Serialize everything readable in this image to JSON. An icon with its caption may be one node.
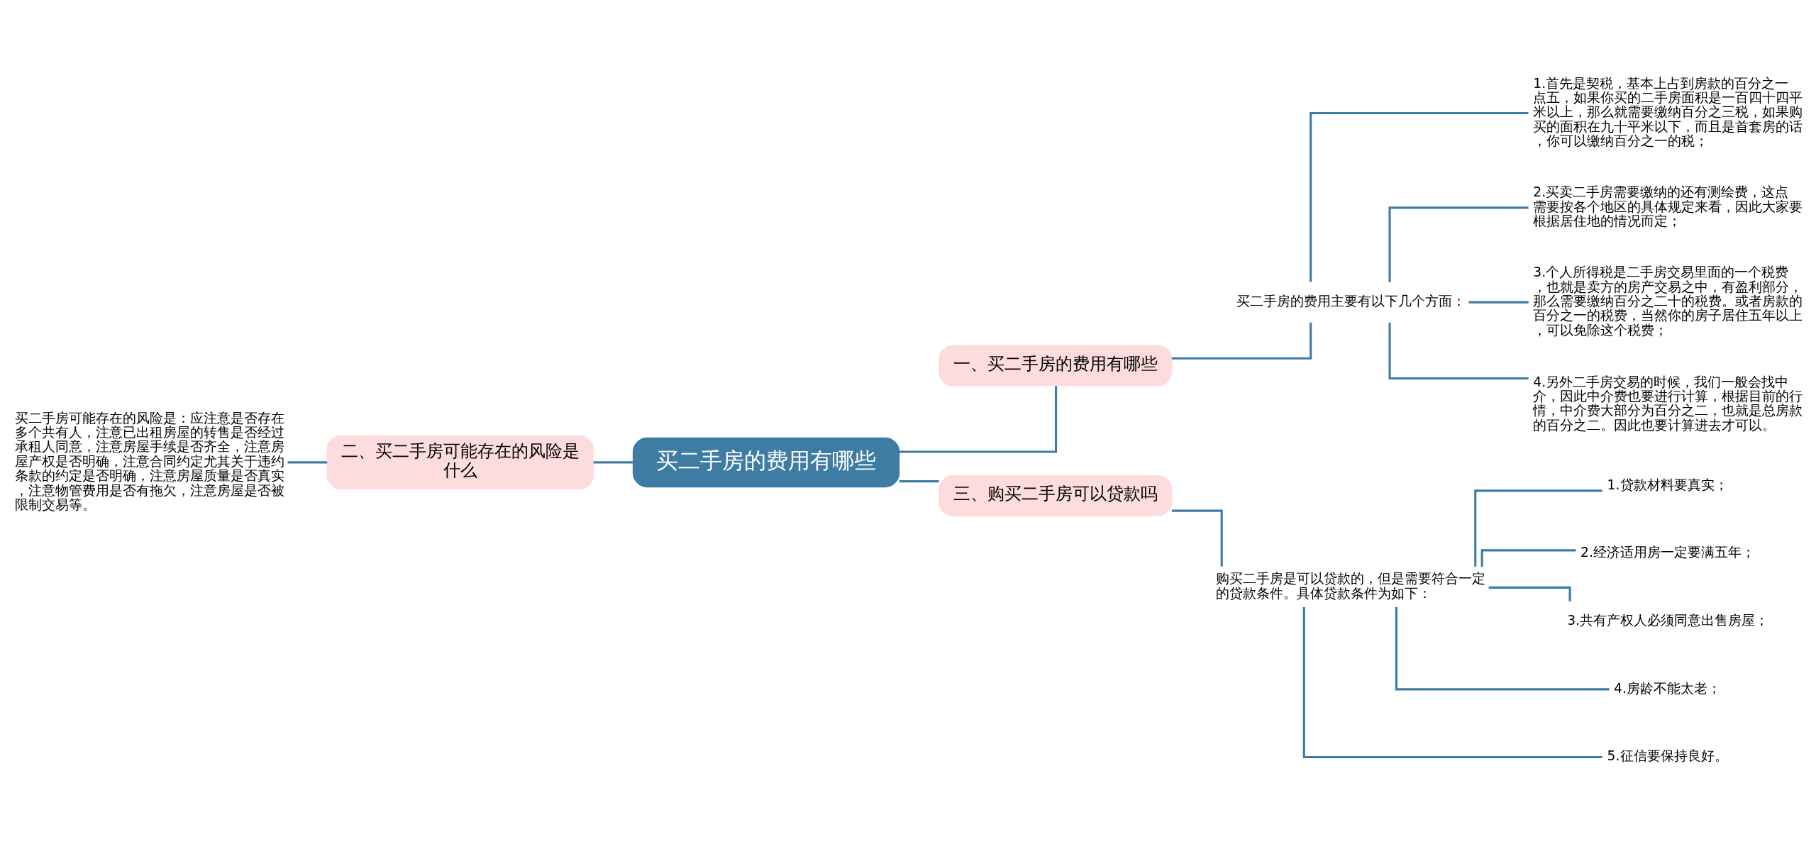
{
  "diagram": {
    "nodes": [
      {
        "text": [
          "买二手房的费用有哪些"
        ]
      },
      {
        "text": [
          "一、买二手房的费用有哪些"
        ]
      },
      {
        "text": [
          "二、买二手房可能存在的风险是什么"
        ]
      },
      {
        "text": [
          "三、购买二手房可以贷款吗"
        ]
      },
      {
        "text": [
          "买二手房可能存在的风险是：应注意是否存在多个共有人，注意已出租房屋的转售是否经过承租人同意，注意房屋手续是否齐全，注意房屋产权是否明确，注意合同约定尤其关于违约条款的约定是否明确，注意房屋质量是否真实，注意物管费用是否有拖欠，注意房屋是否被限制交易等。"
        ]
      },
      {
        "text": [
          "买二手房的费用主要有以下几个方面："
        ]
      },
      {
        "text": [
          "1.首先是契税，基本上占到房款的百分之一点五，如果你买的二手房面积是一百四十四平米以上，那么就需要缴纳百分之三税，如果购买的面积在九十平米以下，而且是首套房的话，你可以缴纳百分之一的税；"
        ]
      },
      {
        "text": [
          "2.买卖二手房需要缴纳的还有测绘费，这点需要按各个地区的具体规定来看，因此大家要根据居住地的情况而定；"
        ]
      },
      {
        "text": [
          "3.个人所得税是二手房交易里面的一个税费，也就是卖方的房产交易之中，有盈利部分，那么需要缴纳百分之二十的税费。或者房款的百分之一的税费，当然你的房子居住五年以上，可以免除这个税费；"
        ]
      },
      {
        "text": [
          "4.另外二手房交易的时候，我们一般会找中介，因此中介费也要进行计算，根据目前的行情，中介费大部分为百分之二，也就是总房款的百分之二。因此也要计算进去才可以。"
        ]
      },
      {
        "text": [
          "购买二手房是可以贷款的，但是需要符合一定的贷款条件。具体贷款条件为如下："
        ]
      },
      {
        "text": [
          "1.贷款材料要真实；"
        ]
      },
      {
        "text": [
          "2.经济适用房一定要满五年；"
        ]
      },
      {
        "text": [
          "3.共有产权人必须同意出售房屋；"
        ]
      },
      {
        "text": [
          "4.房龄不能太老；"
        ]
      },
      {
        "text": [
          "5.征信要保持良好。"
        ]
      }
    ],
    "edges": [
      {
        "from": 0,
        "to": 1,
        "arrow": "none"
      },
      {
        "from": 0,
        "to": 2,
        "arrow": "none"
      },
      {
        "from": 0,
        "to": 3,
        "arrow": "none"
      },
      {
        "from": 2,
        "to": 4,
        "arrow": "none"
      },
      {
        "from": 1,
        "to": 5,
        "arrow": "none"
      },
      {
        "from": 5,
        "to": 6,
        "arrow": "none"
      },
      {
        "from": 5,
        "to": 7,
        "arrow": "none"
      },
      {
        "from": 5,
        "to": 8,
        "arrow": "none"
      },
      {
        "from": 5,
        "to": 9,
        "arrow": "none"
      },
      {
        "from": 3,
        "to": 10,
        "arrow": "none"
      },
      {
        "from": 10,
        "to": 11,
        "arrow": "none"
      },
      {
        "from": 10,
        "to": 12,
        "arrow": "none"
      },
      {
        "from": 10,
        "to": 13,
        "arrow": "none"
      },
      {
        "from": 10,
        "to": 14,
        "arrow": "none"
      },
      {
        "from": 10,
        "to": 15,
        "arrow": "none"
      }
    ]
  }
}
